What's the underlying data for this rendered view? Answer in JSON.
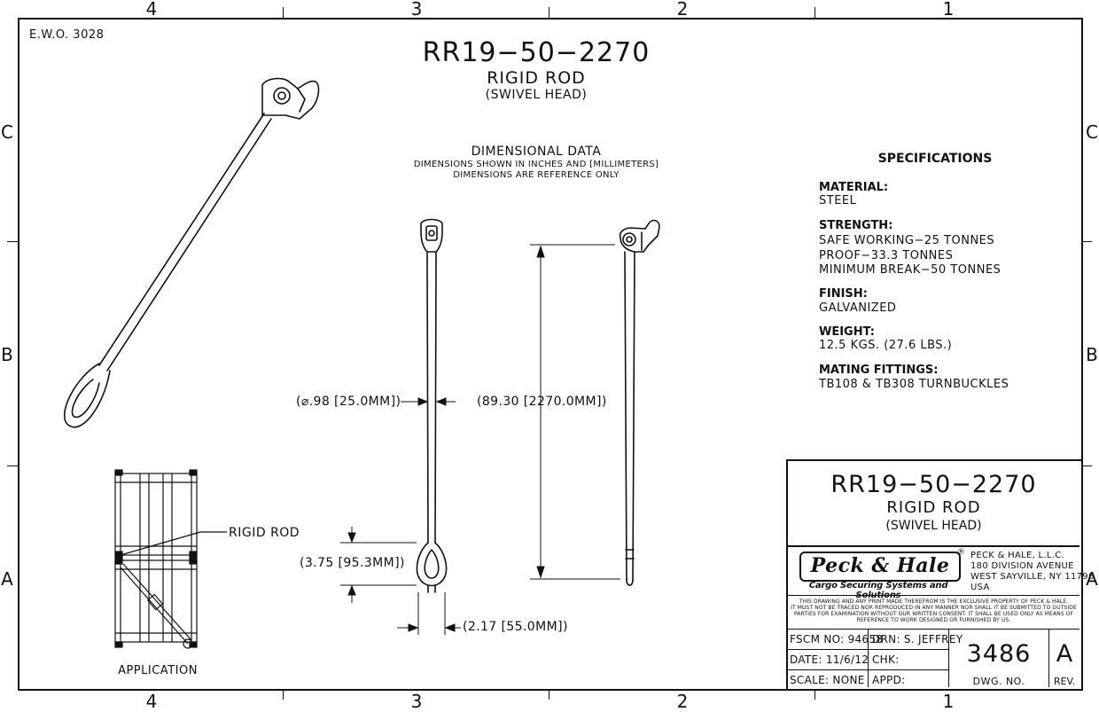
{
  "zones": {
    "columns": [
      "4",
      "3",
      "2",
      "1"
    ],
    "rows": [
      "C",
      "B",
      "A"
    ]
  },
  "ewo": "E.W.O. 3028",
  "title": {
    "part_number": "RR19−50−2270",
    "name": "RIGID ROD",
    "variant": "(SWIVEL HEAD)"
  },
  "dimensional": {
    "heading": "DIMENSIONAL DATA",
    "note1": "DIMENSIONS SHOWN IN INCHES AND [MILLIMETERS]",
    "note2": "DIMENSIONS ARE REFERENCE ONLY",
    "diameter": "(⌀.98 [25.0MM])",
    "length": "(89.30 [2270.0MM])",
    "eye_length": "(3.75 [95.3MM])",
    "eye_width": "(2.17 [55.0MM])"
  },
  "specifications": {
    "heading": "SPECIFICATIONS",
    "material_label": "MATERIAL:",
    "material": "STEEL",
    "strength_label": "STRENGTH:",
    "strength_1": "SAFE WORKING−25 TONNES",
    "strength_2": "PROOF−33.3 TONNES",
    "strength_3": "MINIMUM BREAK−50 TONNES",
    "finish_label": "FINISH:",
    "finish": "GALVANIZED",
    "weight_label": "WEIGHT:",
    "weight": "12.5 KGS. (27.6 LBS.)",
    "mating_label": "MATING FITTINGS:",
    "mating": "TB108 & TB308 TURNBUCKLES"
  },
  "application": {
    "callout": "RIGID ROD",
    "label": "APPLICATION"
  },
  "title_block": {
    "part_number": "RR19−50−2270",
    "name": "RIGID ROD",
    "variant": "(SWIVEL HEAD)",
    "logo": "Peck & Hale",
    "logo_tagline": "Cargo Securing Systems and Solutions",
    "company": "PECK & HALE, L.L.C.",
    "address1": "180 DIVISION AVENUE",
    "address2": "WEST SAYVILLE, NY 11796",
    "address3": "USA",
    "notice1": "THIS DRAWING AND ANY PRINT MADE THEREFROM IS THE EXCLUSIVE PROPERTY OF PECK & HALE.",
    "notice2": "IT MUST NOT BE TRACED NOR REPRODUCED IN ANY MANNER NOR SHALL IT BE SUBMITTED TO OUTSIDE",
    "notice3": "PARTIES FOR EXAMINATION WITHOUT OUR WRITTEN CONSENT.  IT SHALL BE USED ONLY AS MEANS OF",
    "notice4": "REFERENCE TO WORK DESIGNED OR FURNISHED BY US.",
    "fscm": "FSCM NO: 94658",
    "drn": "DRN: S. JEFFREY",
    "date": "DATE: 11/6/12",
    "chk": "CHK:",
    "scale": "SCALE:  NONE",
    "appd": "APPD:",
    "dwg_no": "3486",
    "dwg_no_label": "DWG. NO.",
    "rev": "A",
    "rev_label": "REV."
  }
}
